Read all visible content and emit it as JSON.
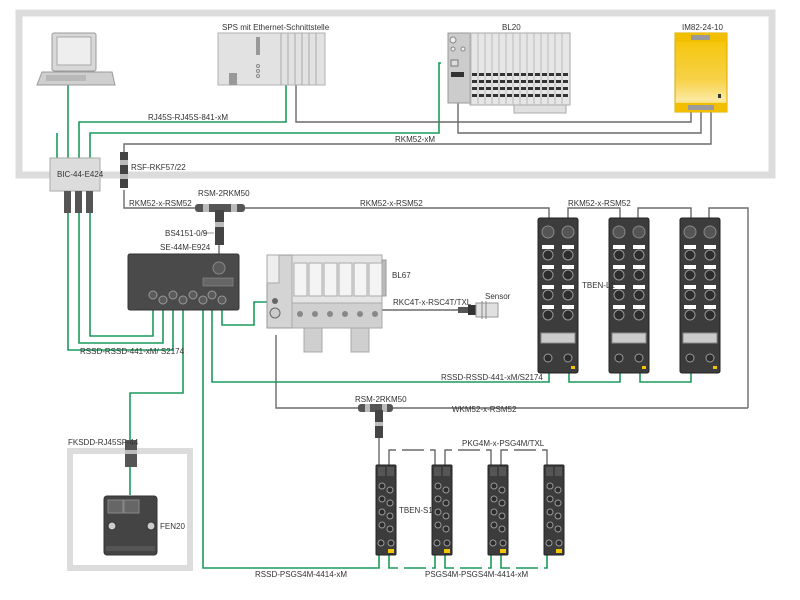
{
  "diagram": {
    "title": "",
    "devices": {
      "pc": "",
      "sps": "SPS mit Ethernet-Schnittstelle",
      "bl20": "BL20",
      "power_supply": "IM82-24-10",
      "switch_bic": "BIC-44-E424",
      "se_switch": "SE-44M-E924",
      "bl67": "BL67",
      "sensor": "Sensor",
      "tben_l1": "TBEN-L1",
      "tben_s1": "TBEN-S1",
      "fen20": "FEN20"
    },
    "connectors": {
      "rsf": "RSF-RKF57/22",
      "rsm_top": "RSM-2RKM50",
      "bs4151": "BS4151-0/9",
      "rsm_bottom": "RSM-2RKM50",
      "fksdd": "FKSDD-RJ45SF-44"
    },
    "cables": {
      "rj45": "RJ45S-RJ45S-841-xM",
      "rkm52_xm": "RKM52-xM",
      "rkm52_rsm52_left": "RKM52-x-RSM52",
      "rkm52_rsm52_mid": "RKM52-x-RSM52",
      "rkm52_rsm52_right": "RKM52-x-RSM52",
      "rssd_left": "RSSD-RSSD-441-xM/ S2174",
      "rssd_right": "RSSD-RSSD-441-xM/S2174",
      "rkc4t": "RKC4T-x-RSC4T/TXL",
      "wkm52": "WKM52-x-RSM52",
      "pkg4m": "PKG4M-x-PSG4M/TXL",
      "rssd_psg": "RSSD-PSGS4M-4414-xM",
      "psgs4m": "PSGS4M-PSGS4M-4414-xM"
    },
    "colors": {
      "ethernet_cable": "#1a9a5c",
      "power_cable": "#6a6a6a",
      "frame": "#dcdcdc",
      "power_supply": "#f5c400",
      "device_dark": "#3c3c3c",
      "device_light": "#d8d8d8"
    }
  }
}
